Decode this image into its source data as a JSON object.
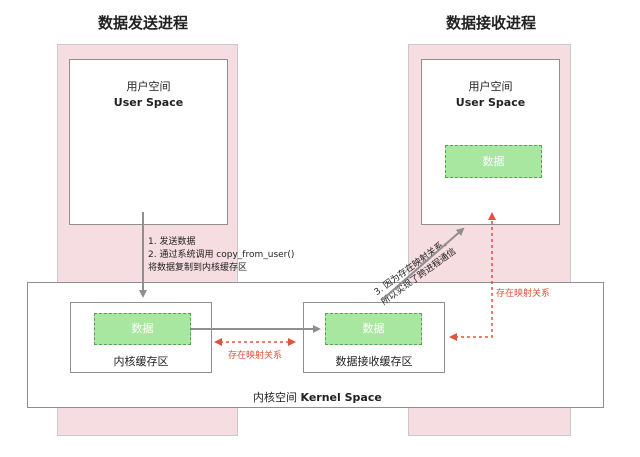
{
  "sender": {
    "title": "数据发送进程",
    "user_space_cn": "用户空间",
    "user_space_en": "User Space",
    "buffer_data": "数据",
    "buffer_label": "内核缓存区"
  },
  "receiver": {
    "title": "数据接收进程",
    "user_space_cn": "用户空间",
    "user_space_en": "User Space",
    "user_data": "数据",
    "buffer_data": "数据",
    "buffer_label": "数据接收缓存区"
  },
  "kernel": {
    "label_cn": "内核空间",
    "label_en": "Kernel Space"
  },
  "steps": {
    "step1": "1.  发送数据",
    "step2": "2.  通过系统调用 copy_from_user()",
    "step2b": "将数据复制到内核缓存区",
    "step3a": "3. 因为存在映射关系，",
    "step3b": "所以实现了跨进程通信"
  },
  "mapping": {
    "between_buffers": "存在映射关系",
    "to_user_space": "存在映射关系"
  },
  "colors": {
    "process_bg": "#f6dde2",
    "data_green": "#a8e7a0",
    "mapping_red": "#e0533c",
    "arrow_gray": "#8f8f8f"
  }
}
